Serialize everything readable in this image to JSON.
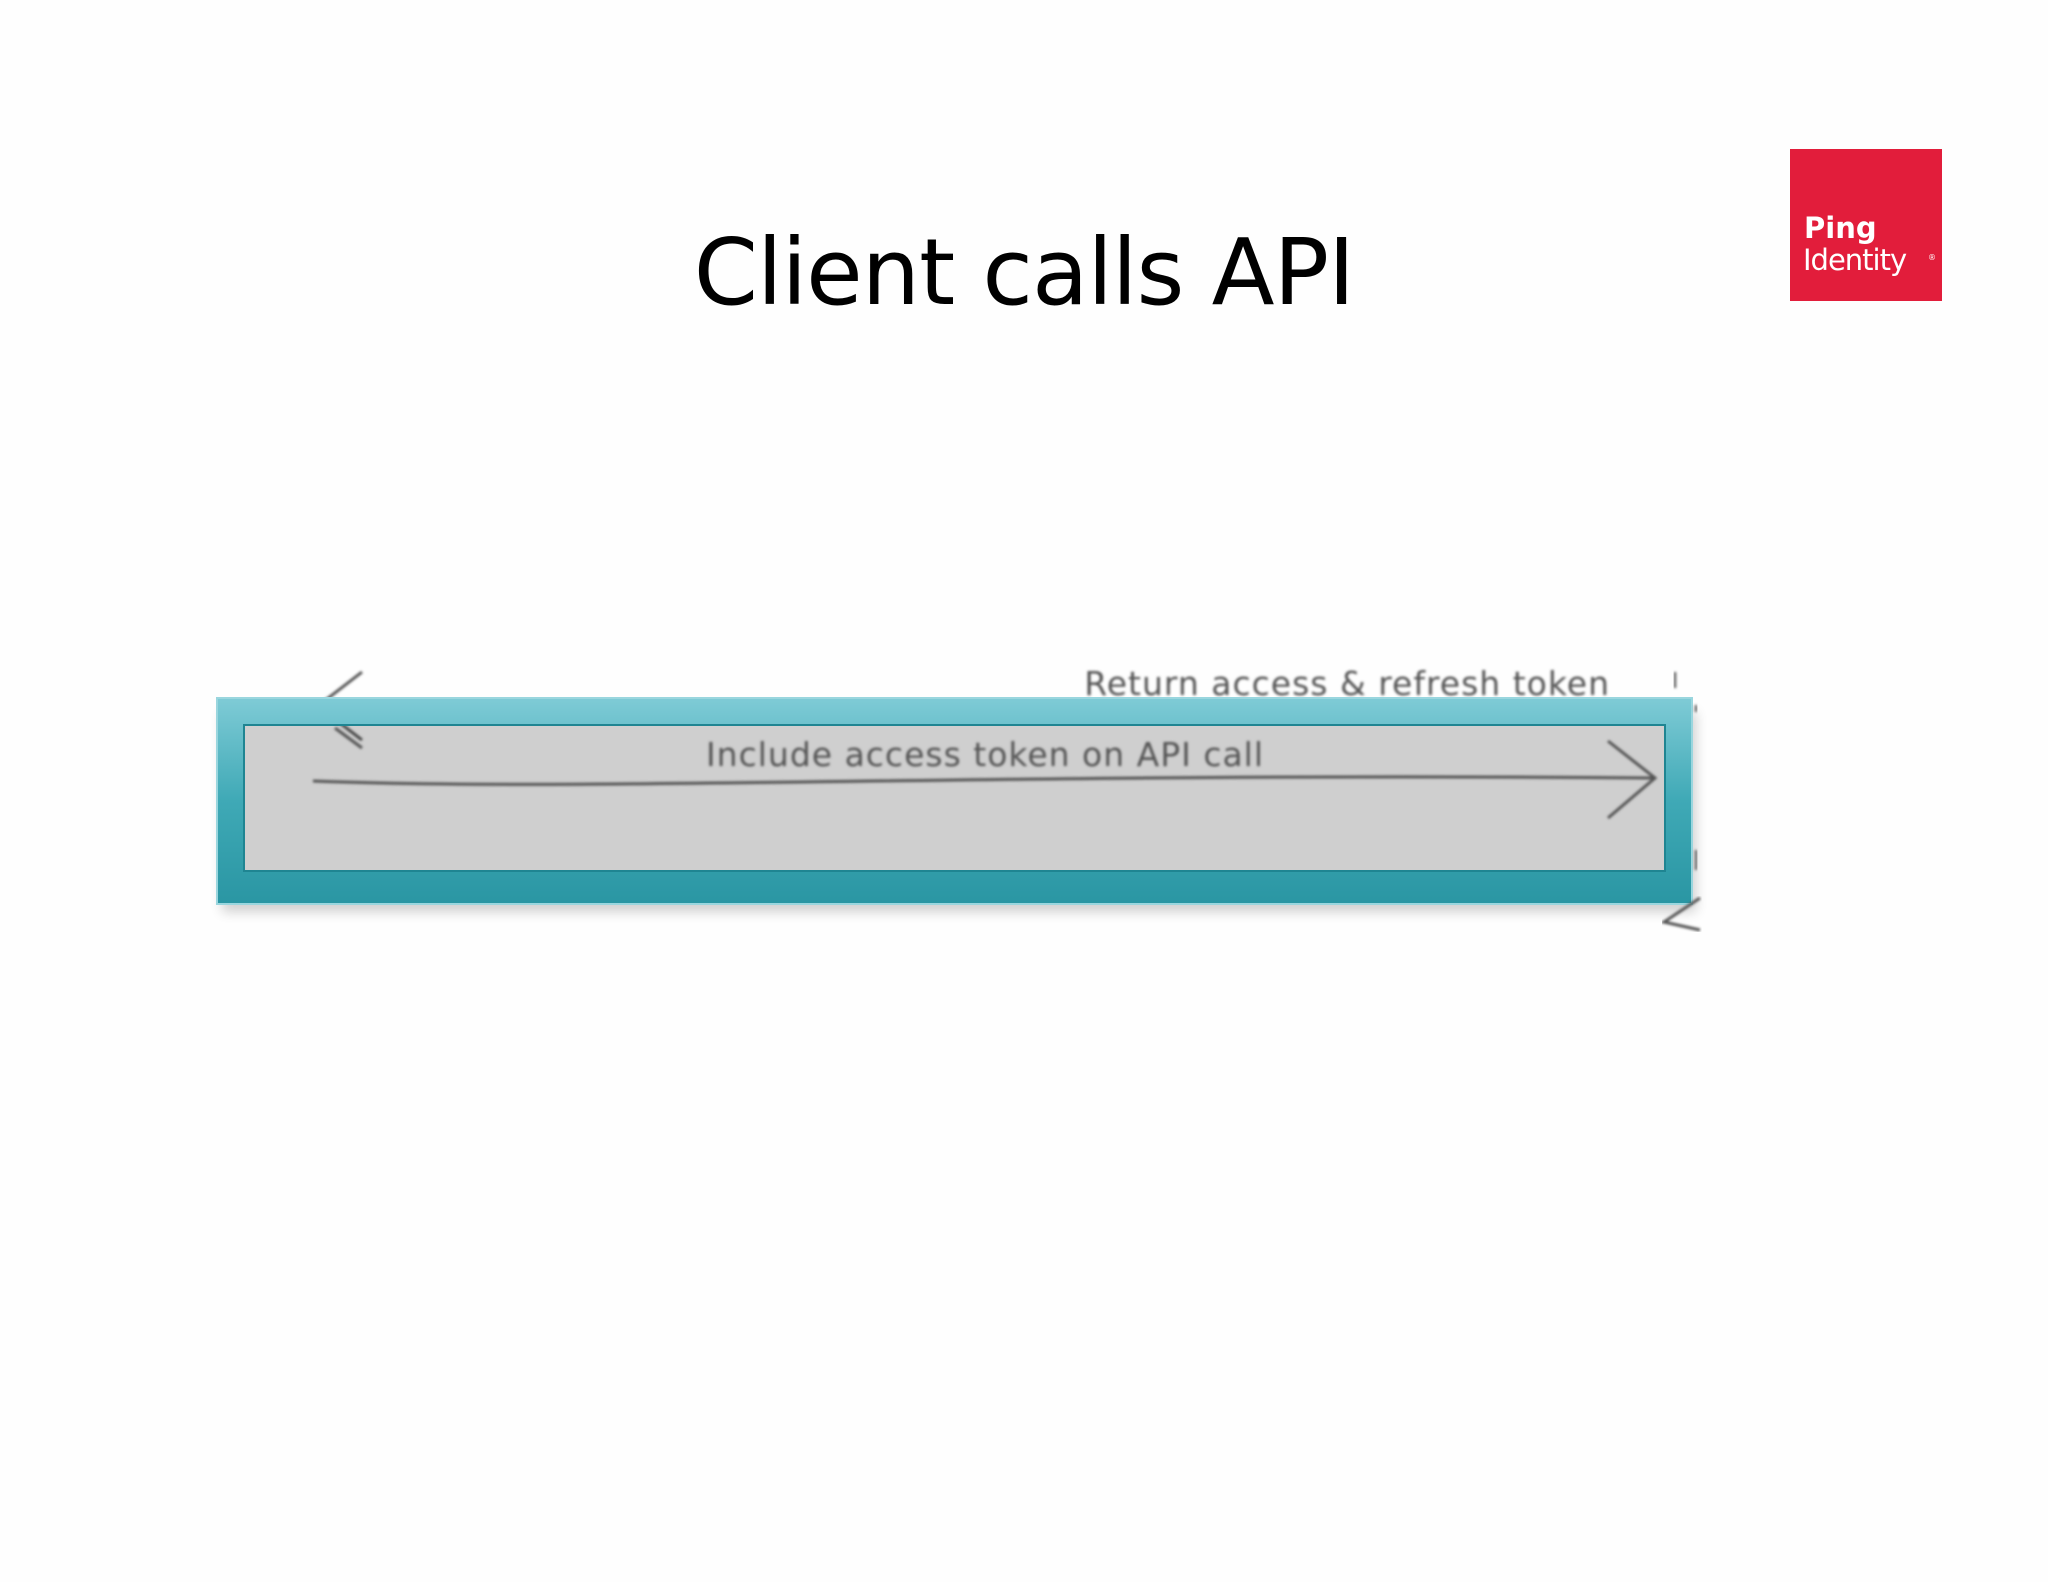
{
  "slide": {
    "title": "Client calls API"
  },
  "logo": {
    "line1": "Ping",
    "line2": "Identity",
    "registered": "®",
    "color": "#e21d3b"
  },
  "diagram": {
    "messages": [
      {
        "label": "Return access & refresh token",
        "direction": "right-to-left",
        "highlighted": false
      },
      {
        "label": "Include access token on API call",
        "direction": "left-to-right",
        "highlighted": true
      }
    ],
    "highlight_color": "#2a9eaa"
  }
}
